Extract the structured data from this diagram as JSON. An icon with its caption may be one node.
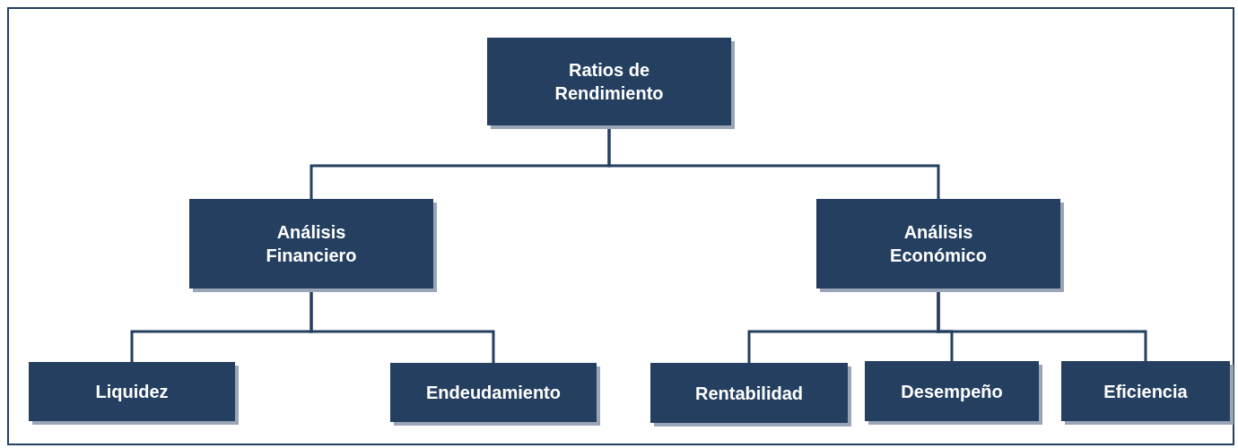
{
  "diagram": {
    "nodes": [
      {
        "text": [
          "Ratios de Rendimiento"
        ]
      },
      {
        "text": [
          "Análisis Financiero"
        ]
      },
      {
        "text": [
          "Análisis Económico"
        ]
      },
      {
        "text": [
          "Liquidez"
        ]
      },
      {
        "text": [
          "Endeudamiento"
        ]
      },
      {
        "text": [
          "Rentabilidad"
        ]
      },
      {
        "text": [
          "Desempeño"
        ]
      },
      {
        "text": [
          "Eficiencia"
        ]
      }
    ],
    "edges": [
      {
        "from": 0,
        "to": 1,
        "arrow": "none"
      },
      {
        "from": 0,
        "to": 2,
        "arrow": "none"
      },
      {
        "from": 1,
        "to": 3,
        "arrow": "none"
      },
      {
        "from": 1,
        "to": 4,
        "arrow": "none"
      },
      {
        "from": 2,
        "to": 5,
        "arrow": "none"
      },
      {
        "from": 2,
        "to": 6,
        "arrow": "none"
      },
      {
        "from": 2,
        "to": 7,
        "arrow": "none"
      }
    ]
  }
}
